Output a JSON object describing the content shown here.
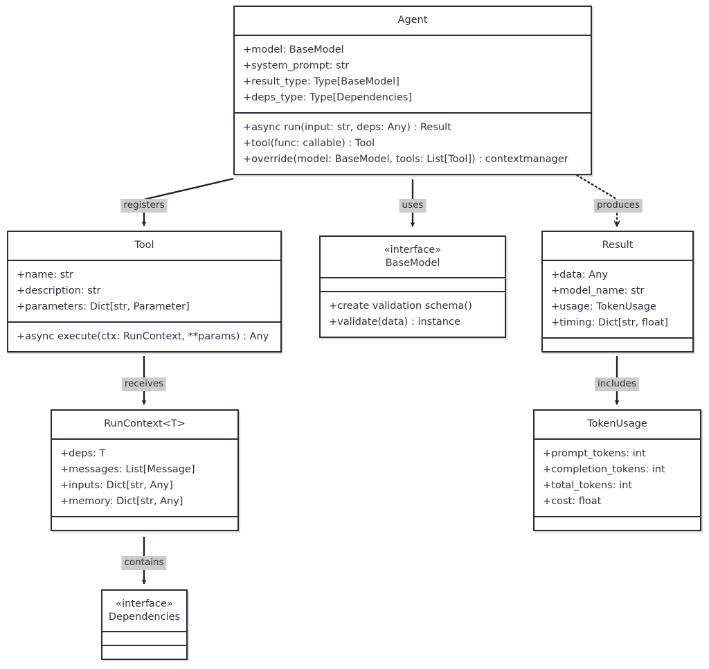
{
  "diagram": {
    "type": "uml-class-diagram",
    "background_color": "#ffffff",
    "border_color": "#2b2b3c",
    "text_color": "#32323f",
    "label_background_color": "#cccccc"
  },
  "classes": {
    "agent": {
      "name": "Agent",
      "attributes": [
        "+model: BaseModel",
        "+system_prompt: str",
        "+result_type: Type[BaseModel]",
        "+deps_type: Type[Dependencies]"
      ],
      "methods": [
        "+async run(input: str, deps: Any) : Result",
        "+tool(func: callable) : Tool",
        "+override(model: BaseModel, tools: List[Tool]) : contextmanager"
      ]
    },
    "tool": {
      "name": "Tool",
      "attributes": [
        "+name: str",
        "+description: str",
        "+parameters: Dict[str, Parameter]"
      ],
      "methods": [
        "+async execute(ctx: RunContext, **params) : Any"
      ]
    },
    "basemodel": {
      "stereotype": "«interface»",
      "name": "BaseModel",
      "attributes": [],
      "methods": [
        "+create validation schema()",
        "+validate(data) : instance"
      ]
    },
    "result": {
      "name": "Result",
      "attributes": [
        "+data: Any",
        "+model_name: str",
        "+usage: TokenUsage",
        "+timing: Dict[str, float]"
      ],
      "methods": []
    },
    "runcontext": {
      "name": "RunContext<T>",
      "attributes": [
        "+deps: T",
        "+messages: List[Message]",
        "+inputs: Dict[str, Any]",
        "+memory: Dict[str, Any]"
      ],
      "methods": []
    },
    "tokenusage": {
      "name": "TokenUsage",
      "attributes": [
        "+prompt_tokens: int",
        "+completion_tokens: int",
        "+total_tokens: int",
        "+cost: float"
      ],
      "methods": []
    },
    "dependencies": {
      "stereotype": "«interface»",
      "name": "Dependencies",
      "attributes": [],
      "methods": []
    }
  },
  "relationships": [
    {
      "id": "registers",
      "label": "registers",
      "from": "agent",
      "to": "tool",
      "style": "solid"
    },
    {
      "id": "uses",
      "label": "uses",
      "from": "agent",
      "to": "basemodel",
      "style": "solid"
    },
    {
      "id": "produces",
      "label": "produces",
      "from": "agent",
      "to": "result",
      "style": "dotted"
    },
    {
      "id": "receives",
      "label": "receives",
      "from": "tool",
      "to": "runcontext",
      "style": "solid"
    },
    {
      "id": "includes",
      "label": "includes",
      "from": "result",
      "to": "tokenusage",
      "style": "solid"
    },
    {
      "id": "contains",
      "label": "contains",
      "from": "runcontext",
      "to": "dependencies",
      "style": "solid"
    }
  ]
}
